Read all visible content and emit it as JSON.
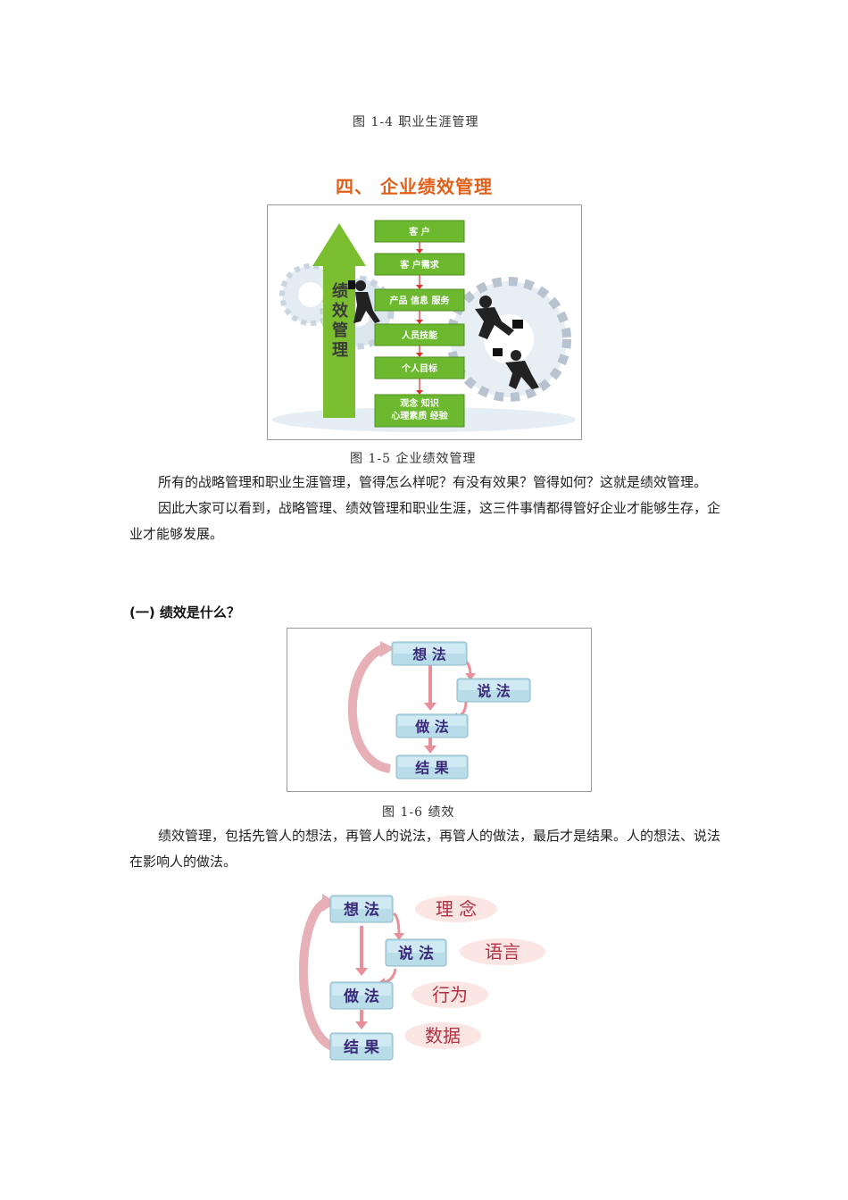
{
  "captions": {
    "fig14": "图 1-4   职业生涯管理",
    "fig15": "图 1-5    企业绩效管理",
    "fig16": "图 1-6   绩效"
  },
  "section_heading": "四、    企业绩效管理",
  "figure15": {
    "arrow_label": "绩效管理",
    "steps": [
      "客  户",
      "客 户需求",
      "产品 信息 服务",
      "人员技能",
      "个人目标",
      "观念    知识",
      "心理素质  经验"
    ]
  },
  "paragraphs": {
    "p1": "所有的战略管理和职业生涯管理，管得怎么样呢？有没有效果？管得如何？这就是绩效管理。",
    "p2": "因此大家可以看到，战略管理、绩效管理和职业生涯，这三件事情都得管好企业才能够生存，企业才能够发展。",
    "p3": "绩效管理，包括先管人的想法，再管人的说法，再管人的做法，最后才是结果。人的想法、说法在影响人的做法。"
  },
  "subheading": "(一)  绩效是什么？",
  "figure16": {
    "boxes": [
      "想  法",
      "说  法",
      "做  法",
      "结  果"
    ]
  },
  "figure17": {
    "boxes": [
      "想 法",
      "说 法",
      "做 法",
      "结 果"
    ],
    "tags": [
      "理 念",
      "语言",
      "行为",
      "数据"
    ]
  },
  "colors": {
    "heading": "#e0601a",
    "green_box": "#6cb82e",
    "blue_box": "#b8dde8",
    "box_text": "#3a2a7a",
    "pink_arrow": "#e8909a",
    "tag_text": "#b03040"
  }
}
